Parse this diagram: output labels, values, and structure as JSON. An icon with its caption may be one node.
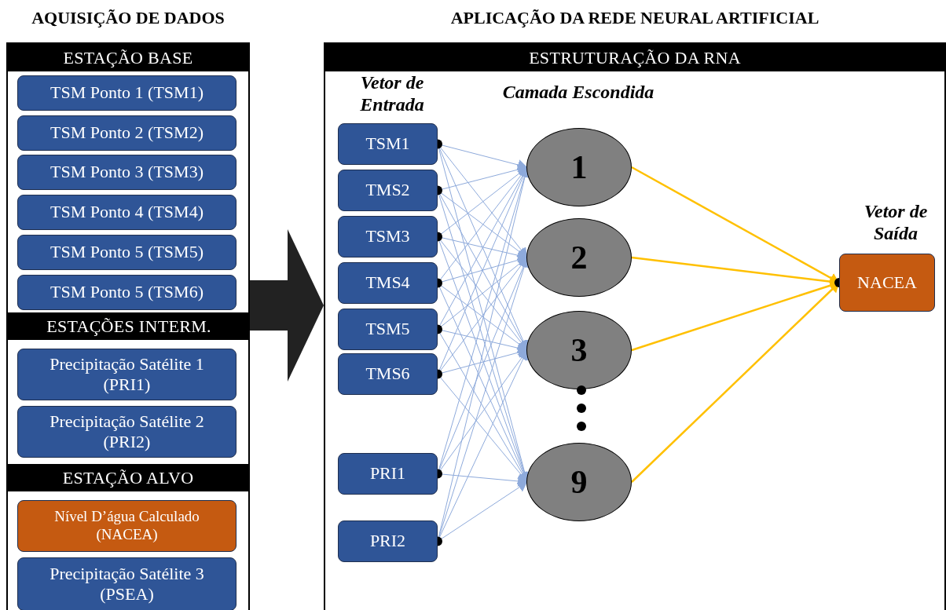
{
  "diagram": {
    "nodes": [
      {
        "text": [
          "AQUISIÇÃO DE DADOS"
        ]
      },
      {
        "text": [
          "ESTAÇÃO BASE"
        ],
        "in": 0
      },
      {
        "text": [
          "TSM Ponto 1 (TSM1)"
        ],
        "in": 0
      },
      {
        "text": [
          "TSM Ponto 2 (TSM2)"
        ],
        "in": 0
      },
      {
        "text": [
          "TSM Ponto 3 (TSM3)"
        ],
        "in": 0
      },
      {
        "text": [
          "TSM Ponto 4 (TSM4)"
        ],
        "in": 0
      },
      {
        "text": [
          "TSM Ponto 5 (TSM5)"
        ],
        "in": 0
      },
      {
        "text": [
          "TSM Ponto 5 (TSM6)"
        ],
        "in": 0
      },
      {
        "text": [
          "ESTAÇÕES INTERM."
        ],
        "in": 0
      },
      {
        "text": [
          "Precipitação Satélite 1 (PRI1)"
        ],
        "in": 0
      },
      {
        "text": [
          "Precipitação Satélite 2 (PRI2)"
        ],
        "in": 0
      },
      {
        "text": [
          "ESTAÇÃO ALVO"
        ],
        "in": 0
      },
      {
        "text": [
          "Nível D’água Calculado (NACEA)"
        ],
        "in": 0
      },
      {
        "text": [
          "Precipitação Satélite 3 (PSEA)"
        ],
        "in": 0
      },
      {
        "text": [
          "APLICAÇÃO DA REDE NEURAL ARTIFICIAL"
        ]
      },
      {
        "text": [
          "ESTRUTURAÇÃO DA RNA"
        ],
        "in": 14
      },
      {
        "text": [
          "TSM1"
        ],
        "in": 14
      },
      {
        "text": [
          "TMS2"
        ],
        "in": 14
      },
      {
        "text": [
          "TSM3"
        ],
        "in": 14
      },
      {
        "text": [
          "TMS4"
        ],
        "in": 14
      },
      {
        "text": [
          "TSM5"
        ],
        "in": 14
      },
      {
        "text": [
          "TMS6"
        ],
        "in": 14
      },
      {
        "text": [
          "PRI1"
        ],
        "in": 14
      },
      {
        "text": [
          "PRI2"
        ],
        "in": 14
      },
      {
        "text": [
          "1"
        ],
        "in": 14
      },
      {
        "text": [
          "2"
        ],
        "in": 14
      },
      {
        "text": [
          "3"
        ],
        "in": 14
      },
      {
        "text": [
          "9"
        ],
        "in": 14
      },
      {
        "text": [
          "NACEA"
        ],
        "in": 14
      }
    ],
    "edges": [
      {
        "from": 0,
        "to": 14,
        "arrow": "to",
        "style": "thick",
        "color": "#222222"
      },
      {
        "from": 16,
        "to": 24,
        "arrow": "to"
      },
      {
        "from": 16,
        "to": 25,
        "arrow": "to"
      },
      {
        "from": 16,
        "to": 26,
        "arrow": "to"
      },
      {
        "from": 16,
        "to": 27,
        "arrow": "to"
      },
      {
        "from": 17,
        "to": 24,
        "arrow": "to"
      },
      {
        "from": 17,
        "to": 25,
        "arrow": "to"
      },
      {
        "from": 17,
        "to": 26,
        "arrow": "to"
      },
      {
        "from": 17,
        "to": 27,
        "arrow": "to"
      },
      {
        "from": 18,
        "to": 24,
        "arrow": "to"
      },
      {
        "from": 18,
        "to": 25,
        "arrow": "to"
      },
      {
        "from": 18,
        "to": 26,
        "arrow": "to"
      },
      {
        "from": 18,
        "to": 27,
        "arrow": "to"
      },
      {
        "from": 19,
        "to": 24,
        "arrow": "to"
      },
      {
        "from": 19,
        "to": 25,
        "arrow": "to"
      },
      {
        "from": 19,
        "to": 26,
        "arrow": "to"
      },
      {
        "from": 19,
        "to": 27,
        "arrow": "to"
      },
      {
        "from": 20,
        "to": 24,
        "arrow": "to"
      },
      {
        "from": 20,
        "to": 25,
        "arrow": "to"
      },
      {
        "from": 20,
        "to": 26,
        "arrow": "to"
      },
      {
        "from": 20,
        "to": 27,
        "arrow": "to"
      },
      {
        "from": 21,
        "to": 24,
        "arrow": "to"
      },
      {
        "from": 21,
        "to": 25,
        "arrow": "to"
      },
      {
        "from": 21,
        "to": 26,
        "arrow": "to"
      },
      {
        "from": 21,
        "to": 27,
        "arrow": "to"
      },
      {
        "from": 22,
        "to": 24,
        "arrow": "to"
      },
      {
        "from": 22,
        "to": 25,
        "arrow": "to"
      },
      {
        "from": 22,
        "to": 26,
        "arrow": "to"
      },
      {
        "from": 22,
        "to": 27,
        "arrow": "to"
      },
      {
        "from": 23,
        "to": 24,
        "arrow": "to"
      },
      {
        "from": 23,
        "to": 25,
        "arrow": "to"
      },
      {
        "from": 23,
        "to": 26,
        "arrow": "to"
      },
      {
        "from": 23,
        "to": 27,
        "arrow": "to"
      },
      {
        "from": 24,
        "to": 28,
        "arrow": "to",
        "color": "#ffc000"
      },
      {
        "from": 25,
        "to": 28,
        "arrow": "to",
        "color": "#ffc000"
      },
      {
        "from": 26,
        "to": 28,
        "arrow": "to",
        "color": "#ffc000"
      },
      {
        "from": 27,
        "to": 28,
        "arrow": "to",
        "color": "#ffc000"
      }
    ],
    "labels": [
      "Vetor de Entrada",
      "Camada Escondida",
      "Vetor de Saída"
    ]
  }
}
